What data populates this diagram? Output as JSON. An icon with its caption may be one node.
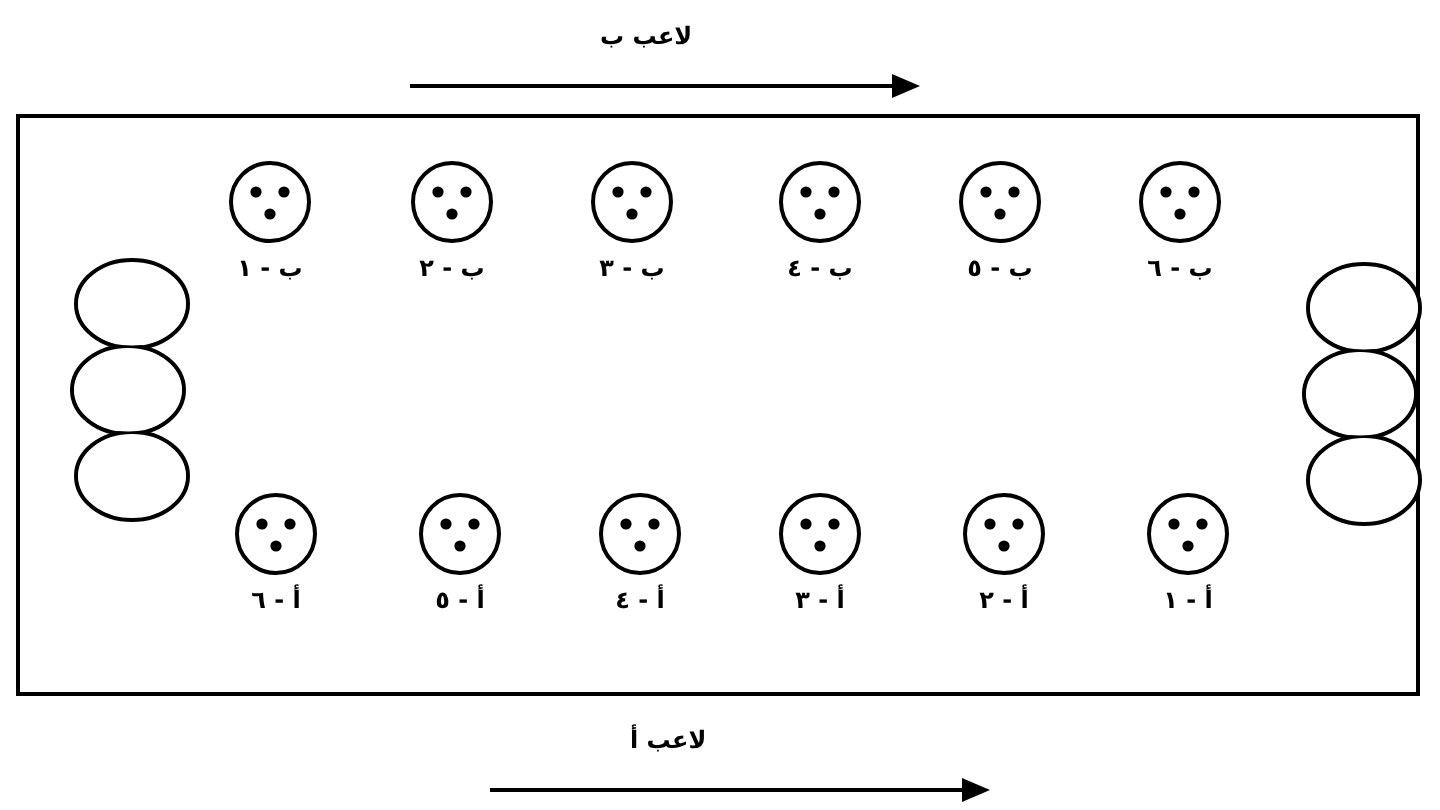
{
  "diagram": {
    "nodes": [
      {
        "text": [],
        "shape": "box"
      },
      {
        "text": [],
        "shape": "circle",
        "in": 0,
        "beside": [
          "ب - ١"
        ]
      },
      {
        "text": [],
        "shape": "circle",
        "in": 0,
        "beside": [
          "ب - ٢"
        ]
      },
      {
        "text": [],
        "shape": "circle",
        "in": 0,
        "beside": [
          "ب - ٣"
        ]
      },
      {
        "text": [],
        "shape": "circle",
        "in": 0,
        "beside": [
          "ب - ٤"
        ]
      },
      {
        "text": [],
        "shape": "circle",
        "in": 0,
        "beside": [
          "ب - ٥"
        ]
      },
      {
        "text": [],
        "shape": "circle",
        "in": 0,
        "beside": [
          "ب - ٦"
        ]
      },
      {
        "text": [],
        "shape": "cloud",
        "in": 0
      },
      {
        "text": [],
        "shape": "cloud",
        "in": 0
      },
      {
        "text": [],
        "shape": "circle",
        "in": 0,
        "beside": [
          "أ - ٦"
        ]
      },
      {
        "text": [],
        "shape": "circle",
        "in": 0,
        "beside": [
          "أ - ٥"
        ]
      },
      {
        "text": [],
        "shape": "circle",
        "in": 0,
        "beside": [
          "أ - ٤"
        ]
      },
      {
        "text": [],
        "shape": "circle",
        "in": 0,
        "beside": [
          "أ - ٣"
        ]
      },
      {
        "text": [],
        "shape": "circle",
        "in": 0,
        "beside": [
          "أ - ٢"
        ]
      },
      {
        "text": [],
        "shape": "circle",
        "in": 0,
        "beside": [
          "أ - ١"
        ]
      }
    ],
    "labels": [
      "لاعب ب",
      "لاعب أ"
    ]
  }
}
